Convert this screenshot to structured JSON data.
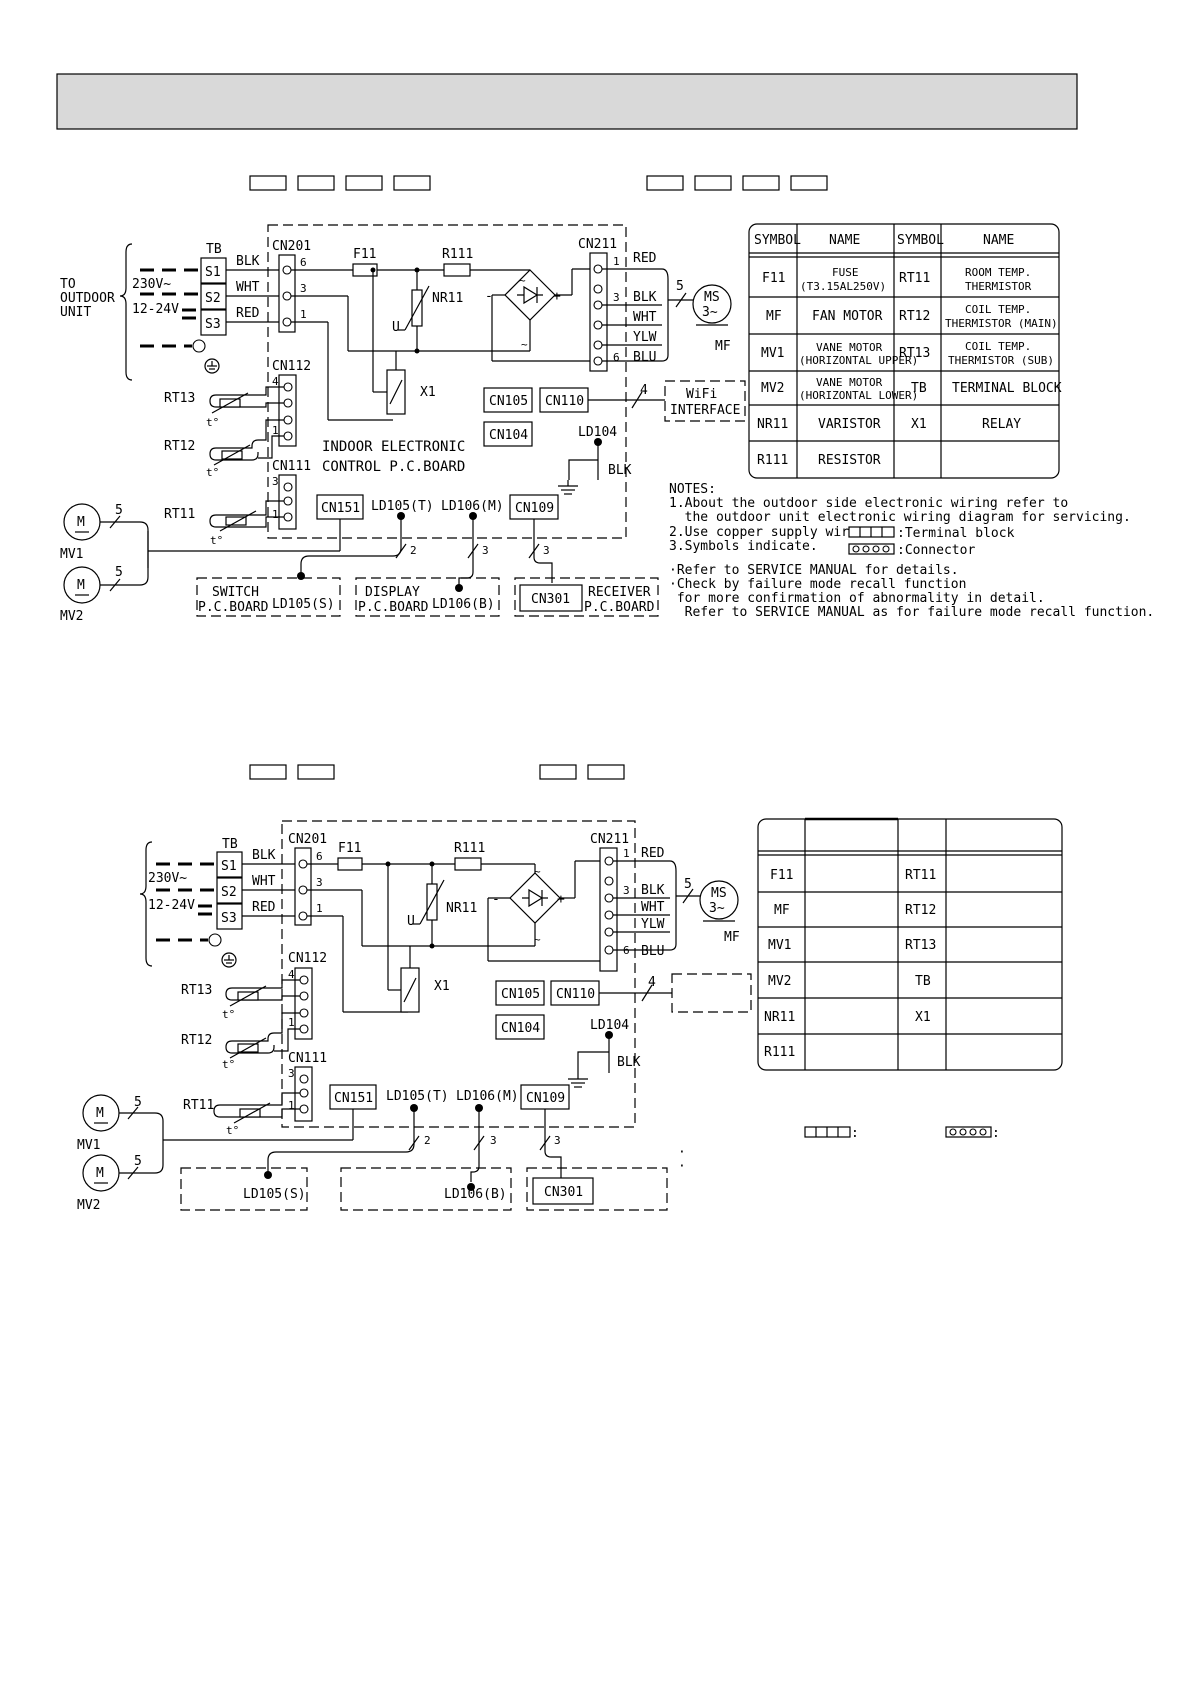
{
  "header": {
    "fill": "#d9d9d9"
  },
  "diagram1": {
    "tb": "TB",
    "terminals": [
      "S1",
      "S2",
      "S3"
    ],
    "to_outdoor": [
      "TO",
      "OUTDOOR",
      "UNIT"
    ],
    "supply_230": "230V~",
    "supply_1224": "12-24V",
    "wire_colors_left": [
      "BLK",
      "WHT",
      "RED"
    ],
    "cn201": "CN201",
    "cn201_pins": [
      "6",
      "3",
      "1"
    ],
    "f11": "F11",
    "r111": "R111",
    "nr11": "NR11",
    "u": "U",
    "cn211": "CN211",
    "cn211_pins": [
      "1",
      "3",
      "6"
    ],
    "cn211_colors": [
      "RED",
      "BLK",
      "WHT",
      "YLW",
      "BLU"
    ],
    "ms": "MS",
    "ms_phase": "3~",
    "mf": "MF",
    "fan_wire_count": "5",
    "cn112": "CN112",
    "cn112_pins": [
      "4",
      "1"
    ],
    "rt13": "RT13",
    "rt12": "RT12",
    "rt11": "RT11",
    "t_mark": "t°",
    "x1": "X1",
    "cn105": "CN105",
    "cn110": "CN110",
    "cn104": "CN104",
    "ld104": "LD104",
    "blk_ground": "BLK",
    "wifi_count": "4",
    "wifi": [
      "WiFi",
      "INTERFACE"
    ],
    "board": [
      "INDOOR ELECTRONIC",
      "CONTROL P.C.BOARD"
    ],
    "cn111": "CN111",
    "cn111_pins": [
      "3",
      "1"
    ],
    "cn151": "CN151",
    "ld105t": "LD105(T)",
    "ld106m": "LD106(M)",
    "cn109": "CN109",
    "counts": [
      "2",
      "3",
      "3"
    ],
    "motor_letter": "M",
    "mv1": "MV1",
    "mv2": "MV2",
    "motor_count": "5",
    "switch_board": [
      "SWITCH",
      "P.C.BOARD"
    ],
    "ld105s": "LD105(S)",
    "display_board": [
      "DISPLAY",
      "P.C.BOARD"
    ],
    "ld106b": "LD106(B)",
    "cn301": "CN301",
    "receiver_board": [
      "RECEIVER",
      "P.C.BOARD"
    ]
  },
  "legend1": {
    "headers": [
      "SYMBOL",
      "NAME",
      "SYMBOL",
      "NAME"
    ],
    "rows": [
      {
        "s1": "F11",
        "n1": [
          "FUSE",
          "(T3.15AL250V)"
        ],
        "s2": "RT11",
        "n2": [
          "ROOM TEMP.",
          "THERMISTOR"
        ]
      },
      {
        "s1": "MF",
        "n1": [
          "FAN MOTOR"
        ],
        "s2": "RT12",
        "n2": [
          "COIL TEMP.",
          "THERMISTOR (MAIN)"
        ]
      },
      {
        "s1": "MV1",
        "n1": [
          "VANE MOTOR",
          "(HORIZONTAL UPPER)"
        ],
        "s2": "RT13",
        "n2": [
          "COIL TEMP.",
          "THERMISTOR (SUB)"
        ]
      },
      {
        "s1": "MV2",
        "n1": [
          "VANE MOTOR",
          "(HORIZONTAL LOWER)"
        ],
        "s2": "TB",
        "n2": [
          "TERMINAL BLOCK"
        ]
      },
      {
        "s1": "NR11",
        "n1": [
          "VARISTOR"
        ],
        "s2": "X1",
        "n2": [
          "RELAY"
        ]
      },
      {
        "s1": "R111",
        "n1": [
          "RESISTOR"
        ],
        "s2": "",
        "n2": []
      }
    ]
  },
  "notes1": {
    "title": "NOTES:",
    "lines": [
      "1.About the outdoor side electronic wiring refer to",
      "  the outdoor unit electronic wiring diagram for servicing.",
      "2.Use copper supply wires.",
      "3.Symbols indicate."
    ],
    "terminal_block": ":Terminal block",
    "connector": ":Connector",
    "refer": [
      "·Refer to SERVICE MANUAL for details.",
      "·Check by failure mode recall function",
      " for more confirmation of abnormality in detail.",
      "  Refer to SERVICE MANUAL as for failure mode recall function."
    ]
  },
  "diagram2": {
    "counts": [
      "2",
      "3",
      "3"
    ]
  },
  "legend2": {
    "rows": [
      {
        "s1": "F11",
        "s2": "RT11"
      },
      {
        "s1": "MF",
        "s2": "RT12"
      },
      {
        "s1": "MV1",
        "s2": "RT13"
      },
      {
        "s1": "MV2",
        "s2": "TB"
      },
      {
        "s1": "NR11",
        "s2": "X1"
      },
      {
        "s1": "R111",
        "s2": ""
      }
    ],
    "colon": ":",
    "bullets": [
      "·",
      "·"
    ]
  }
}
